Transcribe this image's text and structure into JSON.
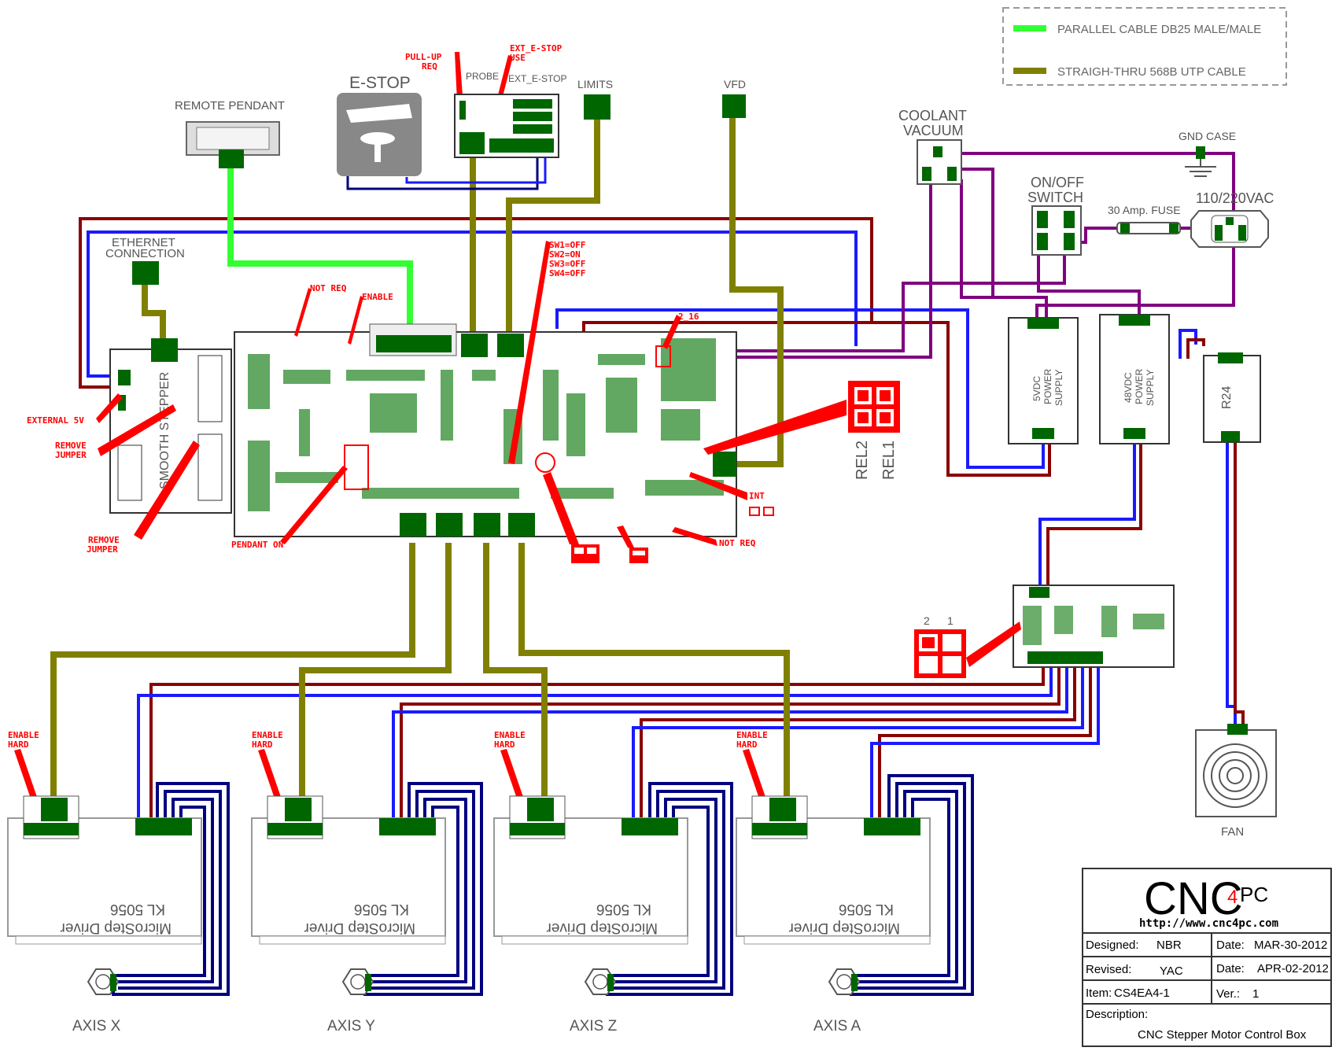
{
  "legend": {
    "items": [
      {
        "label": "PARALLEL CABLE DB25 MALE/MALE",
        "color": "#33ff33"
      },
      {
        "label": "STRAIGH-THRU 568B UTP CABLE",
        "color": "#808000"
      }
    ]
  },
  "colors": {
    "parallel": "#33ff33",
    "utp": "#808000",
    "power_red": "#8b0000",
    "power_blue": "#1a1aff",
    "ac": "#800080",
    "connector": "#006600",
    "annotation": "#ff0000",
    "motor_wire": "#000080"
  },
  "labels": {
    "remote_pendant": "REMOTE PENDANT",
    "estop": "E-STOP",
    "pullup_req": [
      "PULL-UP",
      "REQ"
    ],
    "ext_estop_use": [
      "EXT_E-STOP",
      "USE"
    ],
    "probe": "PROBE",
    "ext_estop": "EXT_E-STOP",
    "limits": "LIMITS",
    "vfd": "VFD",
    "coolant": "COOLANT",
    "vacuum": "VACUUM",
    "gnd_case": "GND CASE",
    "onoff": "ON/OFF",
    "switch": "SWITCH",
    "fuse": "30 Amp. FUSE",
    "ac_in": "110/220VAC",
    "ethernet": "ETHERNET",
    "connection": "CONNECTION",
    "smooth_stepper": "SMOOTH STEPPER",
    "external_5v": "EXTERNAL  5V",
    "remove_jumper_1": [
      "REMOVE",
      "JUMPER"
    ],
    "remove_jumper_2": [
      "REMOVE",
      "JUMPER"
    ],
    "not_req_1": "NOT REQ",
    "enable": "ENABLE",
    "sw_settings": [
      "SW1=OFF",
      "SW2=ON",
      "SW3=OFF",
      "SW4=OFF"
    ],
    "two_16": "2_16",
    "int": "INT",
    "not_req_2": "NOT REQ",
    "pendant_on": "PENDANT ON",
    "rel2": "REL2",
    "rel1": "REL1",
    "relay_nums": [
      "2",
      "1"
    ],
    "psu_5v": [
      "5VDC",
      "POWER",
      "SUPPLY"
    ],
    "psu_48v": [
      "48VDC",
      "POWER",
      "SUPPLY"
    ],
    "r24": "R24",
    "fan": "FAN",
    "enable_hard": [
      "ENABLE",
      "HARD"
    ],
    "driver_name": "MicroStep Driver",
    "driver_model": "KL 5056",
    "axes": [
      "AXIS X",
      "AXIS Y",
      "AXIS Z",
      "AXIS A"
    ]
  },
  "title_block": {
    "logo_main": "CNC",
    "logo_4": "4",
    "logo_pc": "PC",
    "url": "http://www.cnc4pc.com",
    "designed_label": "Designed:",
    "designed_value": "NBR",
    "date1_label": "Date:",
    "date1_value": "MAR-30-2012",
    "revised_label": "Revised:",
    "revised_value": "YAC",
    "date2_label": "Date:",
    "date2_value": "APR-02-2012",
    "item_label": "Item:",
    "item_value": "CS4EA4-1",
    "ver_label": "Ver.:",
    "ver_value": "1",
    "description_label": "Description:",
    "description_value": "CNC Stepper Motor Control Box"
  }
}
